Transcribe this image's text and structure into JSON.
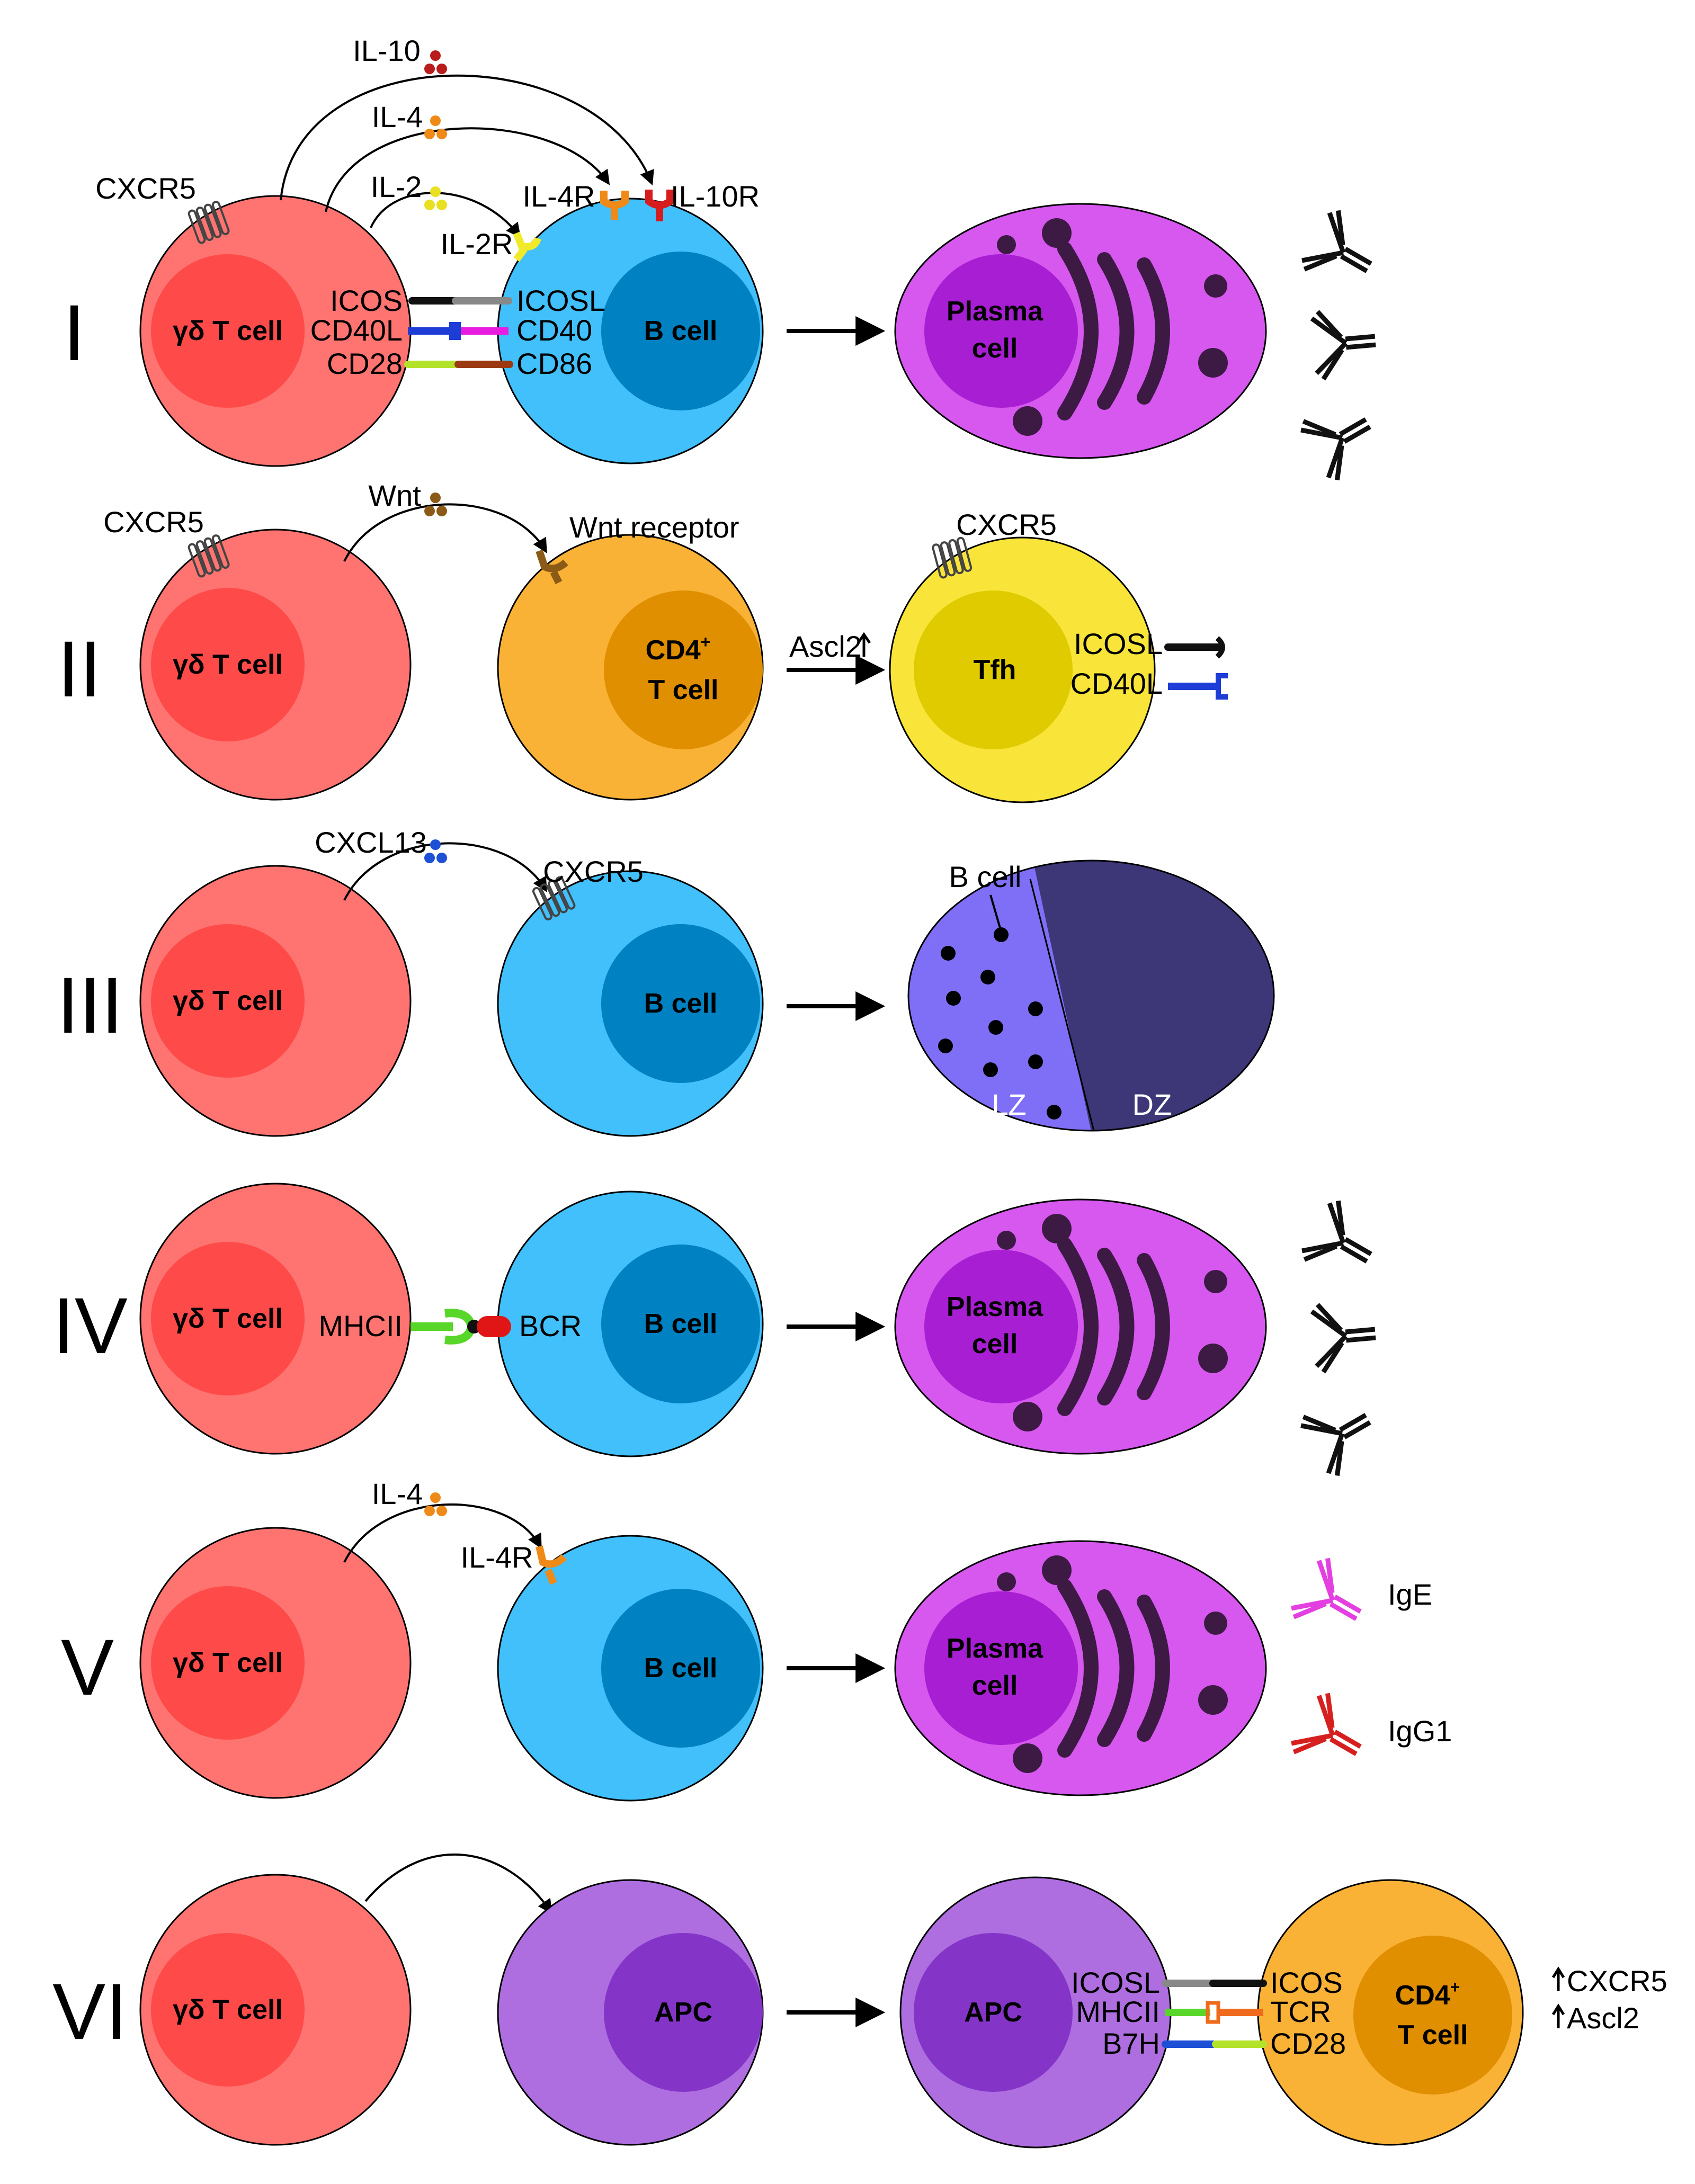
{
  "colors": {
    "gd_outer": "#ff7470",
    "gd_inner": "#ff4a4a",
    "b_outer": "#41c0fc",
    "b_inner": "#0081c1",
    "plasma_outer": "#d658ef",
    "plasma_inner": "#a81ed2",
    "plasma_dark": "#3d1a44",
    "cd4_outer": "#f9b236",
    "cd4_inner": "#e08f00",
    "tfh_outer": "#f9e53a",
    "tfh_inner": "#e0cb00",
    "apc_outer": "#ae6ee0",
    "apc_inner": "#8435c8",
    "lz": "#7f6ff6",
    "dz": "#3d3778",
    "ige": "#e43fe0",
    "igg1": "#d62020",
    "antibody": "#111111"
  },
  "panels": {
    "p1": {
      "roman": "I",
      "gd": "γδ T cell",
      "b": "B cell",
      "plasma1": "Plasma",
      "plasma2": "cell",
      "il10": "IL-10",
      "il4": "IL-4",
      "il2": "IL-2",
      "il4r": "IL-4R",
      "il10r": "IL-10R",
      "il2r": "IL-2R",
      "cxcr5": "CXCR5",
      "icos": "ICOS",
      "cd40l": "CD40L",
      "cd28": "CD28",
      "icosl": "ICOSL",
      "cd40": "CD40",
      "cd86": "CD86"
    },
    "p2": {
      "roman": "II",
      "gd": "γδ T cell",
      "cd4a": "CD4",
      "cd4sup": "+",
      "cd4b": "T cell",
      "wnt": "Wnt",
      "wntr": "Wnt receptor",
      "cxcr5a": "CXCR5",
      "cxcr5b": "CXCR5",
      "ascl2": "Ascl2",
      "tfh": "Tfh",
      "icosl": "ICOSL",
      "cd40l": "CD40L"
    },
    "p3": {
      "roman": "III",
      "gd": "γδ T cell",
      "b": "B cell",
      "cxcl13": "CXCL13",
      "cxcr5": "CXCR5",
      "bcell_label": "B cell",
      "lz": "LZ",
      "dz": "DZ"
    },
    "p4": {
      "roman": "IV",
      "gd": "γδ T cell",
      "b": "B cell",
      "mhc": "MHCII",
      "bcr": "BCR",
      "plasma1": "Plasma",
      "plasma2": "cell"
    },
    "p5": {
      "roman": "V",
      "gd": "γδ T cell",
      "b": "B cell",
      "il4": "IL-4",
      "il4r": "IL-4R",
      "plasma1": "Plasma",
      "plasma2": "cell",
      "ige": "IgE",
      "igg1": "IgG1"
    },
    "p6": {
      "roman": "VI",
      "gd": "γδ T cell",
      "apc1": "APC",
      "apc2": "APC",
      "cd4a": "CD4",
      "cd4sup": "+",
      "cd4b": "T cell",
      "icosl": "ICOSL",
      "mhc": "MHCII",
      "b7h": "B7H",
      "icos": "ICOS",
      "tcr": "TCR",
      "cd28": "CD28",
      "up1": "CXCR5",
      "up2": "Ascl2"
    }
  }
}
